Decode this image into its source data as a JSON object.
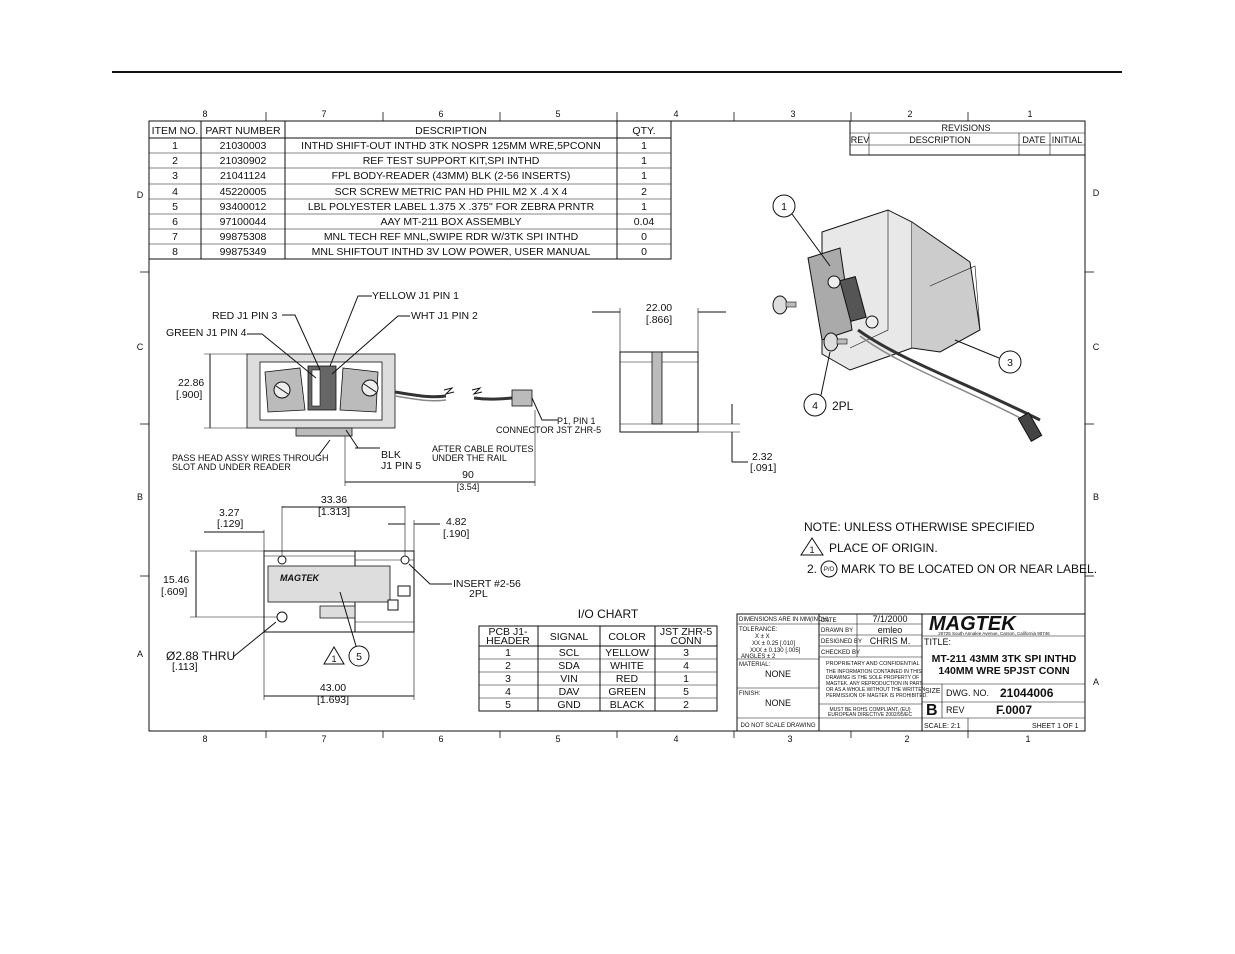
{
  "zone_cols": [
    "8",
    "7",
    "6",
    "5",
    "4",
    "3",
    "2",
    "1"
  ],
  "zone_rows": [
    "D",
    "C",
    "B",
    "A"
  ],
  "bom": {
    "headers": [
      "ITEM NO.",
      "PART NUMBER",
      "DESCRIPTION",
      "QTY."
    ],
    "rows": [
      [
        "1",
        "21030003",
        "INTHD SHIFT-OUT INTHD 3TK NOSPR 125MM WRE,5PCONN",
        "1"
      ],
      [
        "2",
        "21030902",
        "REF TEST SUPPORT KIT,SPI INTHD",
        "1"
      ],
      [
        "3",
        "21041124",
        "FPL BODY-READER (43MM) BLK (2-56 INSERTS)",
        "1"
      ],
      [
        "4",
        "45220005",
        "SCR SCREW METRIC PAN HD PHIL M2 X .4 X 4",
        "2"
      ],
      [
        "5",
        "93400012",
        "LBL POLYESTER LABEL 1.375 X .375\" FOR ZEBRA PRNTR",
        "1"
      ],
      [
        "6",
        "97100044",
        "AAY MT-211 BOX ASSEMBLY",
        "0.04"
      ],
      [
        "7",
        "99875308",
        "MNL TECH REF MNL,SWIPE RDR W/3TK SPI INTHD",
        "0"
      ],
      [
        "8",
        "99875349",
        "MNL SHIFTOUT INTHD 3V LOW POWER, USER MANUAL",
        "0"
      ]
    ]
  },
  "revisions": {
    "title": "REVISIONS",
    "headers": [
      "REV",
      "DESCRIPTION",
      "DATE",
      "INITIAL"
    ]
  },
  "front_view": {
    "labels": {
      "yellow": "YELLOW J1 PIN 1",
      "red": "RED J1 PIN 3",
      "wht": "WHT J1 PIN 2",
      "green": "GREEN J1 PIN 4",
      "height_mm": "22.86",
      "height_in": "[.900]",
      "connector_line1": "P1, PIN 1",
      "connector_line2": "CONNECTOR JST ZHR-5",
      "pass_line1": "PASS HEAD ASSY WIRES THROUGH",
      "pass_line2": "SLOT AND UNDER READER",
      "blk_line1": "BLK",
      "blk_line2": "J1 PIN 5",
      "after_line1": "AFTER CABLE ROUTES",
      "after_line2": "UNDER THE RAIL",
      "length_mm": "90",
      "length_in": "[3.54]"
    }
  },
  "side_view": {
    "width_mm": "22.00",
    "width_in": "[.866]",
    "offset_mm": "2.32",
    "offset_in": "[.091]"
  },
  "iso_view": {
    "balloon_1": "1",
    "balloon_3": "3",
    "balloon_4": "4",
    "label_2pl": "2PL"
  },
  "bottom_view": {
    "dim_a_mm": "3.27",
    "dim_a_in": "[.129]",
    "dim_b_mm": "33.36",
    "dim_b_in": "[1.313]",
    "dim_c_mm": "4.82",
    "dim_c_in": "[.190]",
    "dim_h_mm": "15.46",
    "dim_h_in": "[.609]",
    "hole_line1": "Ø2.88 THRU",
    "hole_line2": "[.113]",
    "width_mm": "43.00",
    "width_in": "[1.693]",
    "insert_line1": "INSERT #2-56",
    "insert_line2": "2PL",
    "logo": "MAGTEK",
    "triangle_num": "1",
    "balloon_5": "5"
  },
  "notes": {
    "header": "NOTE: UNLESS OTHERWISE SPECIFIED",
    "note1_num": "1",
    "note1": "PLACE OF ORIGIN.",
    "note2_prefix": "2.",
    "note2_sym": "P/O",
    "note2": "MARK TO BE LOCATED ON OR NEAR LABEL."
  },
  "io_chart": {
    "title": "I/O CHART",
    "headers": [
      "PCB J1-\nHEADER",
      "SIGNAL",
      "COLOR",
      "JST ZHR-5\nCONN"
    ],
    "rows": [
      [
        "1",
        "SCL",
        "YELLOW",
        "3"
      ],
      [
        "2",
        "SDA",
        "WHITE",
        "4"
      ],
      [
        "3",
        "VIN",
        "RED",
        "1"
      ],
      [
        "4",
        "DAV",
        "GREEN",
        "5"
      ],
      [
        "5",
        "GND",
        "BLACK",
        "2"
      ]
    ]
  },
  "title_block": {
    "dims_note": "DIMENSIONS ARE IN MM(INCH)",
    "tolerance_label": "TOLERANCE:",
    "tol_x": "X    ± X",
    "tol_xx": "XX  ± 0.25 [.010]",
    "tol_xxx": "XXX ± 0.130 [.005]",
    "tol_angles": "ANGLES ± 2",
    "material_label": "MATERIAL:",
    "material": "NONE",
    "finish_label": "FINISH:",
    "finish": "NONE",
    "do_not_scale": "DO NOT SCALE DRAWING",
    "date_label": "DATE",
    "date": "7/1/2000",
    "drawn_label": "DRAWN BY",
    "drawn": "emleo",
    "designed_label": "DESIGNED BY",
    "designed": "CHRIS M.",
    "checked_label": "CHECKED BY",
    "prop_title": "PROPRIETARY AND CONFIDENTIAL",
    "prop_l1": "THE INFORMATION CONTAINED IN THIS",
    "prop_l2": "DRAWING IS THE SOLE PROPERTY OF",
    "prop_l3": "MAGTEK. ANY REPRODUCTION IN PART",
    "prop_l4": "OR AS A WHOLE WITHOUT THE WRITTEN",
    "prop_l5": "PERMISSION OF MAGTEK IS PROHIBITED.",
    "rohs_l1": "MUST BE ROHS COMPLIANT, (EU)",
    "rohs_l2": "EUROPEAN DIRECTIVE 2002/95/EC",
    "company": "MAGTEK",
    "address": "20725 South Annalee Avenue, Carson, California 90746",
    "title_label": "TITLE:",
    "title_l1": "MT-211 43MM 3TK SPI INTHD",
    "title_l2": "140MM WRE 5PJST CONN",
    "size_label": "SIZE",
    "size": "B",
    "dwg_label": "DWG. NO.",
    "dwg_no": "21044006",
    "rev_label": "REV",
    "rev": "F.0007",
    "scale": "SCALE: 2:1",
    "sheet": "SHEET 1 OF 1"
  },
  "colors": {
    "ink": "#111111",
    "paper": "#ffffff",
    "fill_gray": "#bbbbbb"
  }
}
